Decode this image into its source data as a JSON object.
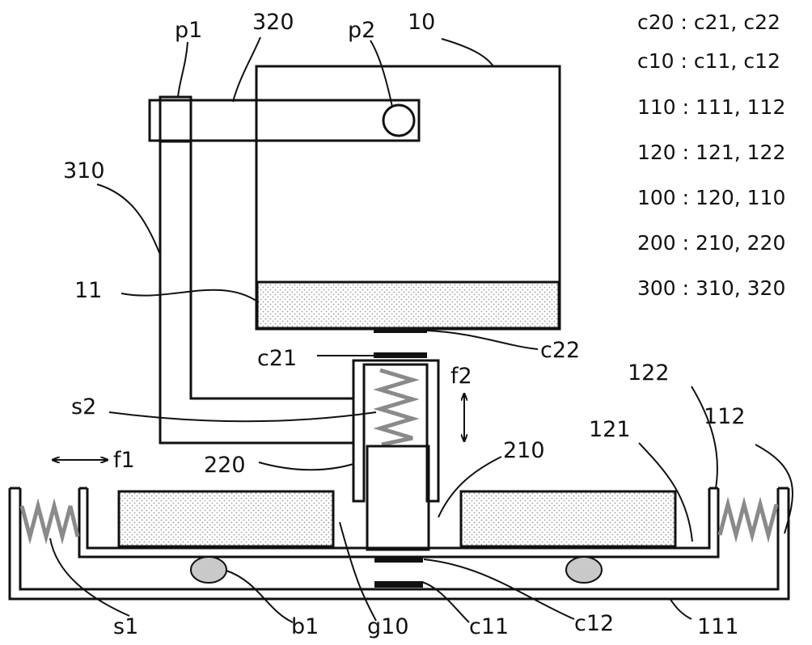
{
  "labels": {
    "p1": "p1",
    "l320": "320",
    "p2": "p2",
    "l10": "10",
    "l310": "310",
    "l11": "11",
    "c21": "c21",
    "c22": "c22",
    "f2": "f2",
    "s2": "s2",
    "l122": "122",
    "l121": "121",
    "l112": "112",
    "f1": "f1",
    "l220": "220",
    "l210": "210",
    "s1": "s1",
    "b1": "b1",
    "g10": "g10",
    "c11": "c11",
    "c12": "c12",
    "l111": "111"
  },
  "legend": [
    "c20 : c21, c22",
    "c10 : c11, c12",
    "110 : 111, 112",
    "120 : 121, 122",
    "100 : 120, 110",
    "200 : 210, 220",
    "300 : 310, 320"
  ],
  "colors": {
    "line": "#111111",
    "stipple_bg": "#ffffff",
    "stipple_dot": "#9a9a9a",
    "spring": "#8a8a8a",
    "ball": "#c9c9c9"
  }
}
